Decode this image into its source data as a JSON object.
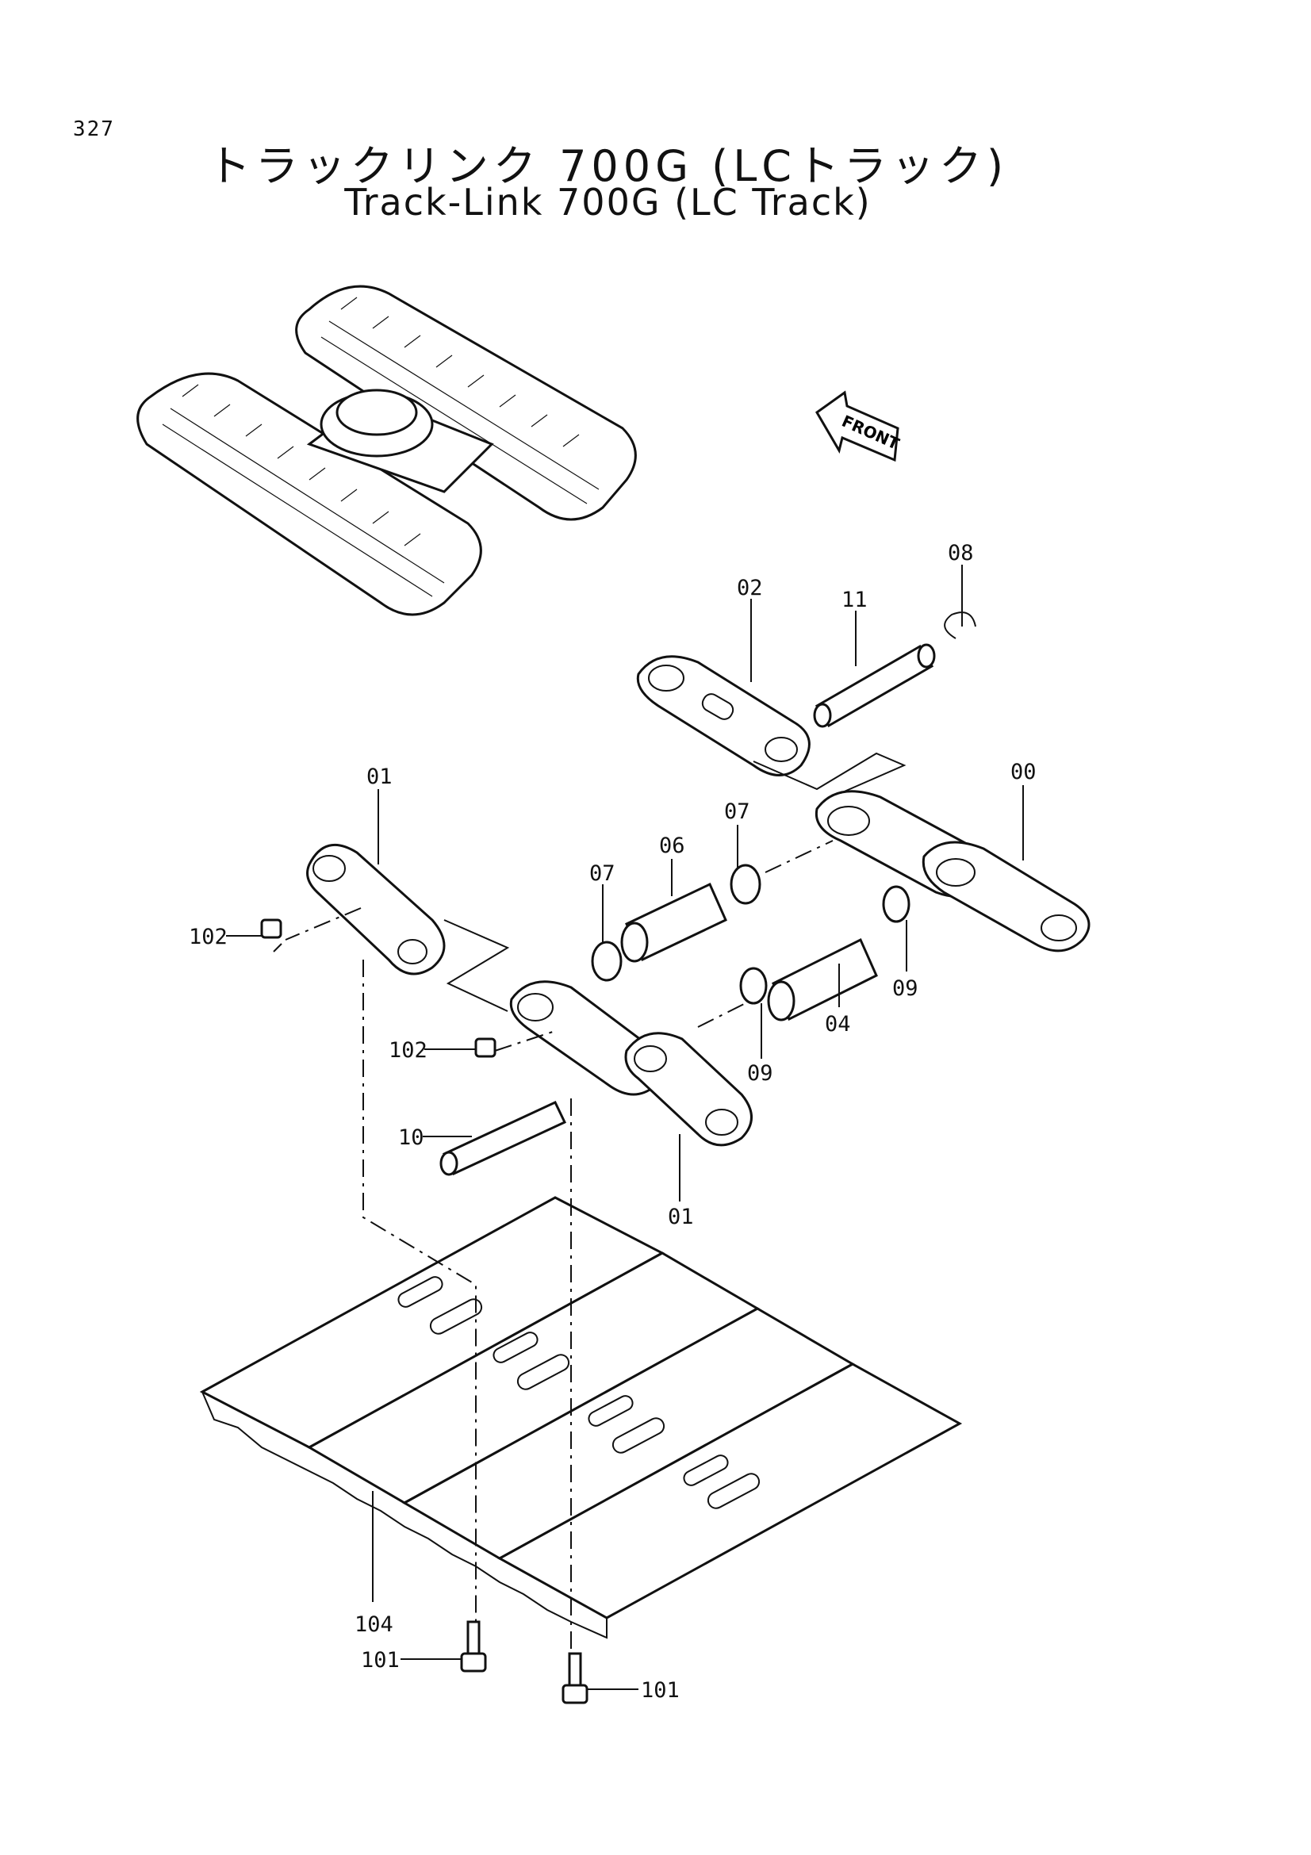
{
  "page": {
    "number": "327"
  },
  "title": {
    "japanese": "トラックリンク 700G (LCトラック)",
    "english": "Track-Link 700G (LC Track)"
  },
  "direction_indicator": "FRONT",
  "part_labels": {
    "p00": "00",
    "p01a": "01",
    "p01b": "01",
    "p02": "02",
    "p04": "04",
    "p06": "06",
    "p07a": "07",
    "p07b": "07",
    "p08": "08",
    "p09a": "09",
    "p09b": "09",
    "p10": "10",
    "p11": "11",
    "p101a": "101",
    "p101b": "101",
    "p102a": "102",
    "p102b": "102",
    "p104": "104"
  }
}
